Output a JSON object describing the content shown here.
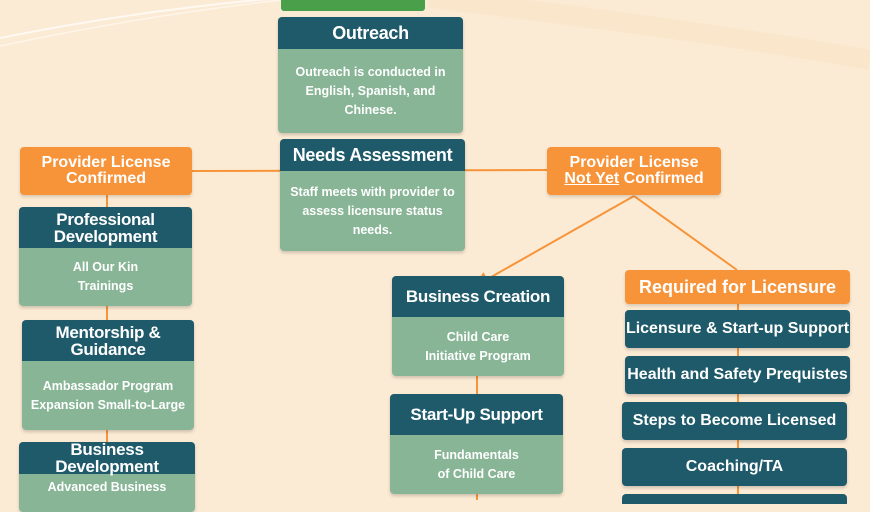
{
  "colors": {
    "background": "#fcebd4",
    "teal": "#1f5a6a",
    "sage": "#88b596",
    "orange": "#f7943a",
    "green": "#4aa04a"
  },
  "outreach": {
    "title": "Outreach",
    "body": "Outreach is conducted in English, Spanish, and Chinese."
  },
  "needs": {
    "title": "Needs Assessment",
    "body": "Staff meets with provider to assess licensure status needs."
  },
  "confirmed": {
    "line1": "Provider License",
    "line2": "Confirmed"
  },
  "not_confirmed": {
    "line1": "Provider License",
    "not_yet": "Not Yet",
    "confirmed": "Confirmed"
  },
  "left": {
    "professional": {
      "title": "Professional Development",
      "body": "All Our Kin Trainings"
    },
    "mentorship": {
      "title": "Mentorship & Guidance",
      "body": "Ambassador Program Expansion Small-to-Large"
    },
    "business_dev": {
      "title": "Business Development",
      "body": "Advanced Business"
    }
  },
  "middle": {
    "creation": {
      "title": "Business Creation",
      "body": "Child Care Initiative Program"
    },
    "startup": {
      "title": "Start-Up Support",
      "body": "Fundamentals of Child Care"
    }
  },
  "right": {
    "required": "Required for Licensure",
    "items": [
      "Licensure & Start-up Support",
      "Health and Safety Prequistes",
      "Steps to Become Licensed",
      "Coaching/TA"
    ]
  }
}
